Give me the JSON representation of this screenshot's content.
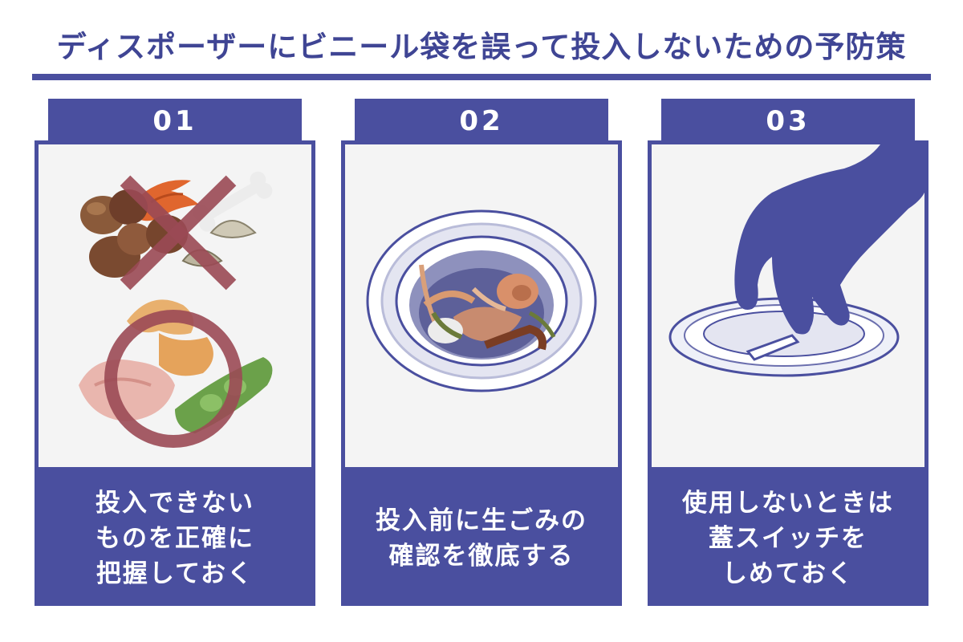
{
  "title": "ディスポーザーにビニール袋を誤って投入しないための予防策",
  "cards": [
    {
      "number": "01",
      "caption_lines": [
        "投入できない",
        "ものを正確に",
        "把握しておく"
      ],
      "illustration": "food-waste-allowed-vs-not-icon"
    },
    {
      "number": "02",
      "caption_lines": [
        "投入前に生ごみの",
        "確認を徹底する"
      ],
      "illustration": "disposer-drain-with-food-icon"
    },
    {
      "number": "03",
      "caption_lines": [
        "使用しないときは",
        "蓋スイッチを",
        "しめておく"
      ],
      "illustration": "hand-closing-lid-switch-icon"
    }
  ],
  "colors": {
    "accent": "#4a4f9f",
    "title_text": "#3f4594",
    "panel_bg": "#f4f4f4",
    "mark": "#9b4a55"
  }
}
